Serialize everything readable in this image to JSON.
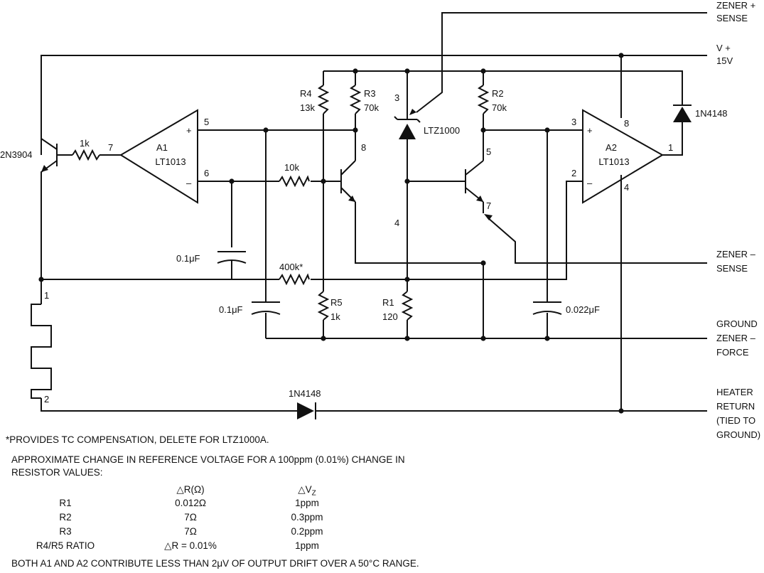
{
  "labels": {
    "zener_plus_sense": [
      "ZENER +",
      "SENSE"
    ],
    "v_plus": [
      "V +",
      "15V"
    ],
    "zener_minus_sense": [
      "ZENER –",
      "SENSE"
    ],
    "ground": "GROUND",
    "zener_minus_force": [
      "ZENER –",
      "FORCE"
    ],
    "heater_return": [
      "HEATER",
      "RETURN",
      "(TIED TO",
      "GROUND)"
    ],
    "transistor_q": "2N3904",
    "r_1k": "1k",
    "a1": [
      "A1",
      "LT1013"
    ],
    "a2": [
      "A2",
      "LT1013"
    ],
    "ref_chip": "LTZ1000",
    "diode_top": "1N4148",
    "diode_bottom": "1N4148",
    "r4": [
      "R4",
      "13k"
    ],
    "r3": [
      "R3",
      "70k"
    ],
    "r2": [
      "R2",
      "70k"
    ],
    "r5": [
      "R5",
      "1k"
    ],
    "r1": [
      "R1",
      "120"
    ],
    "r_10k": "10k",
    "r_400k": "400k*",
    "c1": "0.1μF",
    "c2": "0.1μF",
    "c3": "0.022μF",
    "plus": "+",
    "minus": "–",
    "pins": {
      "a1_5": "5",
      "a1_6": "6",
      "a1_7": "7",
      "a2_3": "3",
      "a2_2": "2",
      "a2_8": "8",
      "a2_1": "1",
      "a2_4": "4",
      "ltz_3": "3",
      "ltz_8": "8",
      "ltz_4": "4",
      "ltz_5": "5",
      "ltz_7": "7",
      "heater_1": "1",
      "heater_2": "2"
    }
  },
  "notes": {
    "footnote": "*PROVIDES TC COMPENSATION, DELETE FOR LTZ1000A.",
    "intro_line1": "APPROXIMATE CHANGE IN REFERENCE VOLTAGE FOR A 100ppm (0.01%) CHANGE IN",
    "intro_line2": "RESISTOR VALUES:",
    "table_header": [
      "",
      "△R(Ω)",
      "△V"
    ],
    "table_header_sub": "Z",
    "table_rows": [
      [
        "R1",
        "0.012Ω",
        "1ppm"
      ],
      [
        "R2",
        "7Ω",
        "0.3ppm"
      ],
      [
        "R3",
        "7Ω",
        "0.2ppm"
      ],
      [
        "R4/R5 RATIO",
        "△R = 0.01%",
        "1ppm"
      ]
    ],
    "drift_note_pre": "BOTH A1 AND A2 CONTRIBUTE LESS THAN 2",
    "drift_note_mu": "μ",
    "drift_note_post": "V OF OUTPUT DRIFT OVER A 50°C RANGE."
  }
}
